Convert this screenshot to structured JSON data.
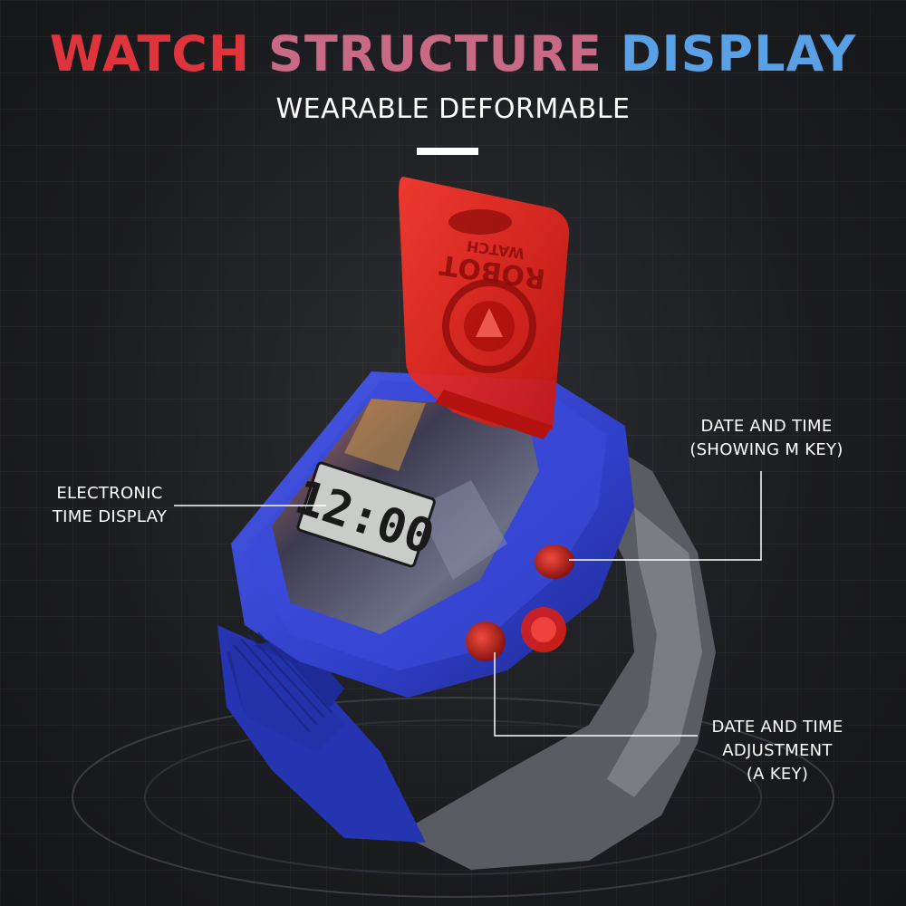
{
  "header": {
    "title_words": [
      "WATCH",
      "STRUCTURE",
      "DISPLAY"
    ],
    "subtitle": "WEARABLE DEFORMABLE"
  },
  "watch": {
    "lid_text_line1": "ROBOT",
    "lid_text_line2": "WATCH",
    "lcd_time": "12:00",
    "colors": {
      "case": "#2f3fc8",
      "lid": "#e2231f",
      "buttons": "#c8201c",
      "band": "#5a5c63"
    }
  },
  "callouts": {
    "electronic": {
      "lines": [
        "ELECTRONIC",
        "TIME DISPLAY"
      ]
    },
    "m_key": {
      "lines": [
        "DATE AND TIME",
        "(SHOWING M KEY)"
      ]
    },
    "a_key": {
      "lines": [
        "DATE AND TIME",
        "ADJUSTMENT",
        "(A KEY)"
      ]
    }
  }
}
